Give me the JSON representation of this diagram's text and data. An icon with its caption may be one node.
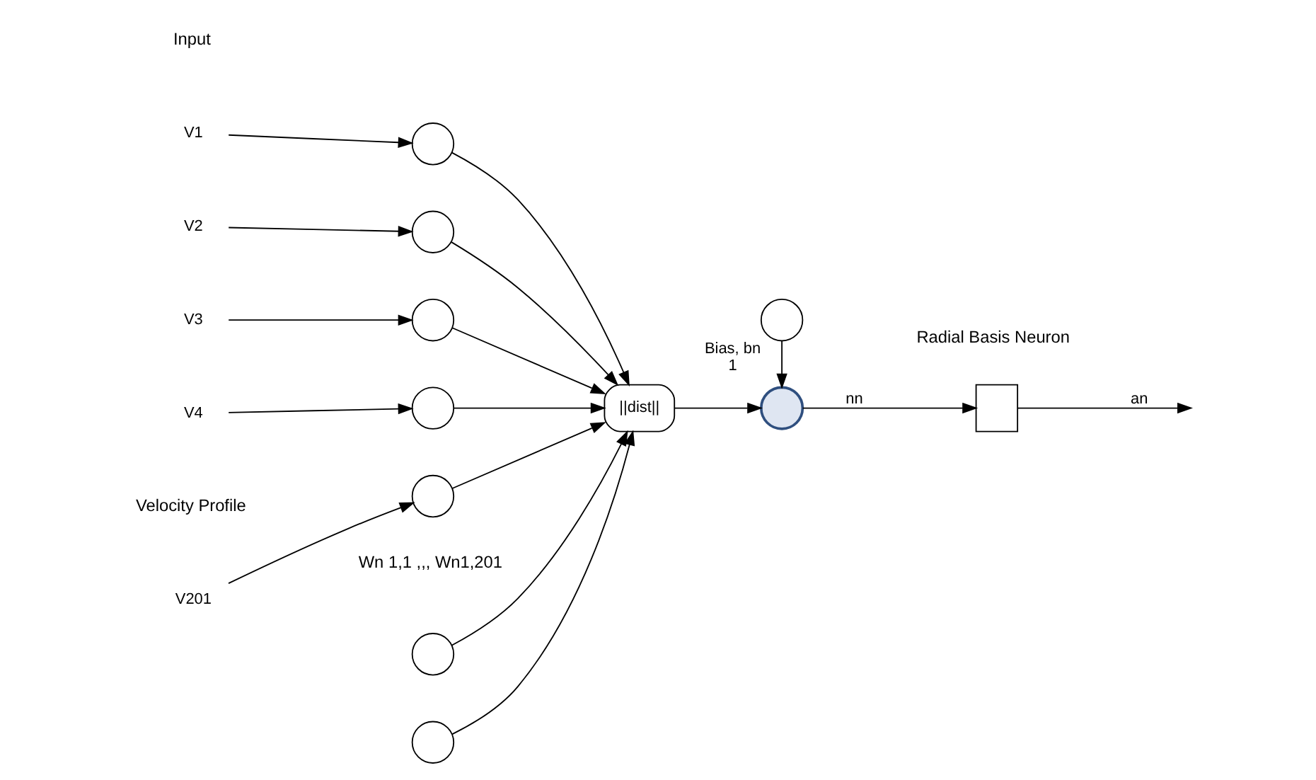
{
  "diagram": {
    "nodes": [
      {
        "text": [
          "V1"
        ]
      },
      {
        "text": [
          "V2"
        ]
      },
      {
        "text": [
          "V3"
        ]
      },
      {
        "text": [
          "V4"
        ]
      },
      {
        "text": [
          "V201"
        ]
      },
      {
        "text": [],
        "shape": "circle"
      },
      {
        "text": [],
        "shape": "circle"
      },
      {
        "text": [],
        "shape": "circle"
      },
      {
        "text": [],
        "shape": "circle"
      },
      {
        "text": [],
        "shape": "circle"
      },
      {
        "text": [],
        "shape": "circle"
      },
      {
        "text": [],
        "shape": "circle"
      },
      {
        "text": [
          "||dist||"
        ]
      },
      {
        "text": [],
        "shape": "circle"
      },
      {
        "text": [],
        "shape": "circle",
        "beside": [
          "Bias, bn",
          "1"
        ]
      },
      {
        "text": [],
        "shape": "box"
      }
    ],
    "edges": [
      {
        "from": 0,
        "to": 5,
        "arrow": "to"
      },
      {
        "from": 1,
        "to": 6,
        "arrow": "to"
      },
      {
        "from": 2,
        "to": 7,
        "arrow": "to"
      },
      {
        "from": 3,
        "to": 8,
        "arrow": "to"
      },
      {
        "from": 4,
        "to": 9,
        "arrow": "to"
      },
      {
        "from": 5,
        "to": 12,
        "arrow": "to"
      },
      {
        "from": 6,
        "to": 12,
        "arrow": "to"
      },
      {
        "from": 7,
        "to": 12,
        "arrow": "to"
      },
      {
        "from": 8,
        "to": 12,
        "arrow": "to"
      },
      {
        "from": 9,
        "to": 12,
        "arrow": "to"
      },
      {
        "from": 10,
        "to": 12,
        "arrow": "to"
      },
      {
        "from": 11,
        "to": 12,
        "arrow": "to"
      },
      {
        "from": 12,
        "to": 13,
        "arrow": "to"
      },
      {
        "from": 14,
        "to": 13,
        "arrow": "to"
      },
      {
        "from": 13,
        "to": 15,
        "label": "nn",
        "arrow": "to"
      },
      {
        "from": 15,
        "to": null,
        "label": "an",
        "arrow": "to"
      }
    ],
    "labels": [
      "Input",
      "Radial Basis Neuron",
      "Wn 1,1 ,,, Wn1,201",
      "Velocity Profile"
    ]
  }
}
